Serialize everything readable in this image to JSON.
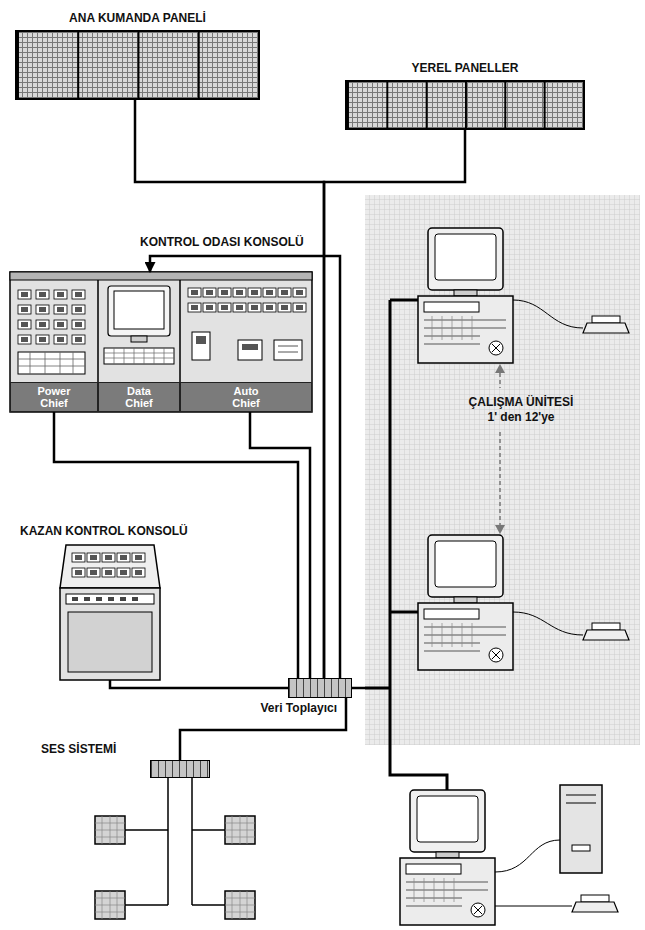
{
  "diagram": {
    "nodes": [
      {
        "text": [
          "ANA KUMANDA PANELİ"
        ]
      },
      {
        "text": [
          "YEREL PANELLER"
        ]
      },
      {
        "text": [
          "KONTROL ODASI KONSOLÜ"
        ]
      },
      {
        "text": [
          "Power Chief"
        ],
        "in": 2
      },
      {
        "text": [
          "Data Chief"
        ],
        "in": 2
      },
      {
        "text": [
          "Auto Chief"
        ],
        "in": 2
      },
      {
        "text": [
          "KAZAN KONTROL KONSOLÜ"
        ]
      },
      {
        "text": [
          "ÇALIŞMA ÜNİTESİ 1' den 12'ye"
        ]
      },
      {
        "text": [
          "Veri Toplayıcı"
        ]
      },
      {
        "text": [
          "SES SİSTEMİ"
        ]
      }
    ],
    "edges": [
      {
        "from": 0,
        "to": 8,
        "arrow": "none"
      },
      {
        "from": 1,
        "to": 8,
        "arrow": "none"
      },
      {
        "from": 8,
        "to": 2,
        "arrow": "to"
      },
      {
        "from": 3,
        "to": 8,
        "arrow": "none"
      },
      {
        "from": 5,
        "to": 8,
        "arrow": "none"
      },
      {
        "from": 6,
        "to": 8,
        "arrow": "none"
      },
      {
        "from": 8,
        "to": 9,
        "arrow": "none"
      },
      {
        "from": 8,
        "to": 7,
        "arrow": "none"
      }
    ]
  }
}
